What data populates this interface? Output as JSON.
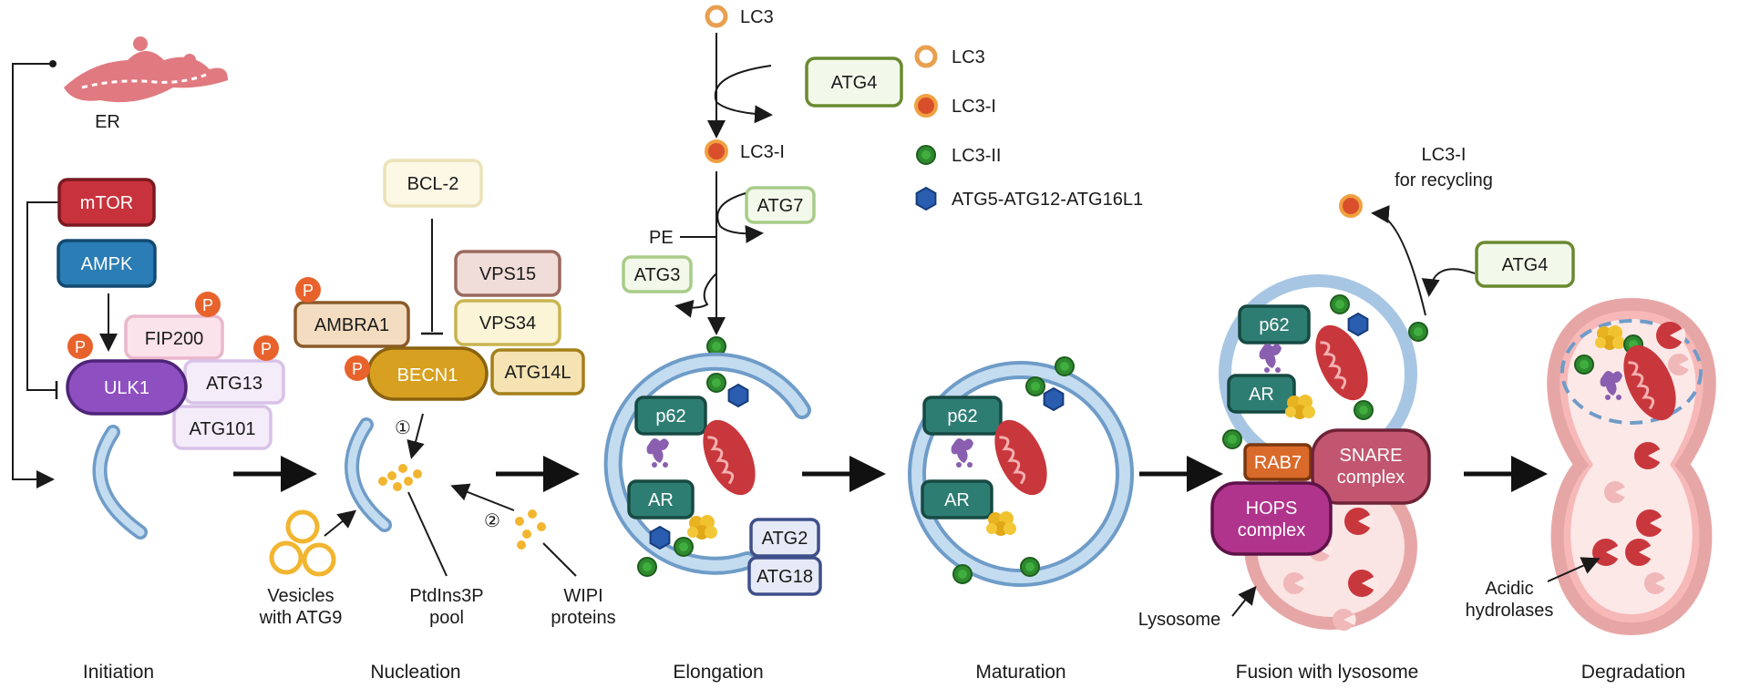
{
  "stages": [
    "Initiation",
    "Nucleation",
    "Elongation",
    "Maturation",
    "Fusion with lysosome",
    "Degradation"
  ],
  "initiation": {
    "er": "ER",
    "mtor": "mTOR",
    "ampk": "AMPK",
    "ulk1": "ULK1",
    "fip200": "FIP200",
    "atg13": "ATG13",
    "atg101": "ATG101",
    "phospho": "P"
  },
  "nucleation": {
    "bcl2": "BCL-2",
    "vps15": "VPS15",
    "vps34": "VPS34",
    "ambra1": "AMBRA1",
    "becn1": "BECN1",
    "atg14l": "ATG14L",
    "step1": "①",
    "step2": "②",
    "vesicles_l1": "Vesicles",
    "vesicles_l2": "with ATG9",
    "ptdins_l1": "PtdIns3P",
    "ptdins_l2": "pool",
    "wipi_l1": "WIPI",
    "wipi_l2": "proteins"
  },
  "lc3_pathway": {
    "lc3_top": "LC3",
    "lc3i": "LC3-I",
    "atg4": "ATG4",
    "atg7": "ATG7",
    "pe": "PE",
    "atg3": "ATG3"
  },
  "legend": [
    {
      "label": "LC3",
      "icon": "lc3-ring-icon",
      "color": "#e8a050"
    },
    {
      "label": "LC3-I",
      "icon": "lc3-i-dot-icon",
      "color": "#d94f2b"
    },
    {
      "label": "LC3-II",
      "icon": "lc3-ii-dot-icon",
      "color": "#2f8a2f"
    },
    {
      "label": "ATG5-ATG12-ATG16L1",
      "icon": "hexagon-icon",
      "color": "#2a5db0"
    }
  ],
  "elongation": {
    "p62": "p62",
    "ar": "AR",
    "atg2": "ATG2",
    "atg18": "ATG18"
  },
  "maturation": {
    "p62": "p62",
    "ar": "AR"
  },
  "fusion": {
    "p62": "p62",
    "ar": "AR",
    "rab7": "RAB7",
    "snare_l1": "SNARE",
    "snare_l2": "complex",
    "hops_l1": "HOPS",
    "hops_l2": "complex",
    "lysosome": "Lysosome",
    "atg4": "ATG4",
    "recycle_l1": "LC3-I",
    "recycle_l2": "for recycling"
  },
  "degradation": {
    "hydrolases_l1": "Acidic",
    "hydrolases_l2": "hydrolases"
  },
  "colors": {
    "mtor": "#c8323c",
    "ampk": "#2a7db5",
    "ulk1": "#8e4fc0",
    "becn1": "#d8a020",
    "p62": "#2e7d73",
    "rab7": "#d96a2a",
    "snare": "#c25670",
    "hops": "#b0338c",
    "membrane": "#a7c6e4",
    "lysosome": "#e7a6a6"
  }
}
